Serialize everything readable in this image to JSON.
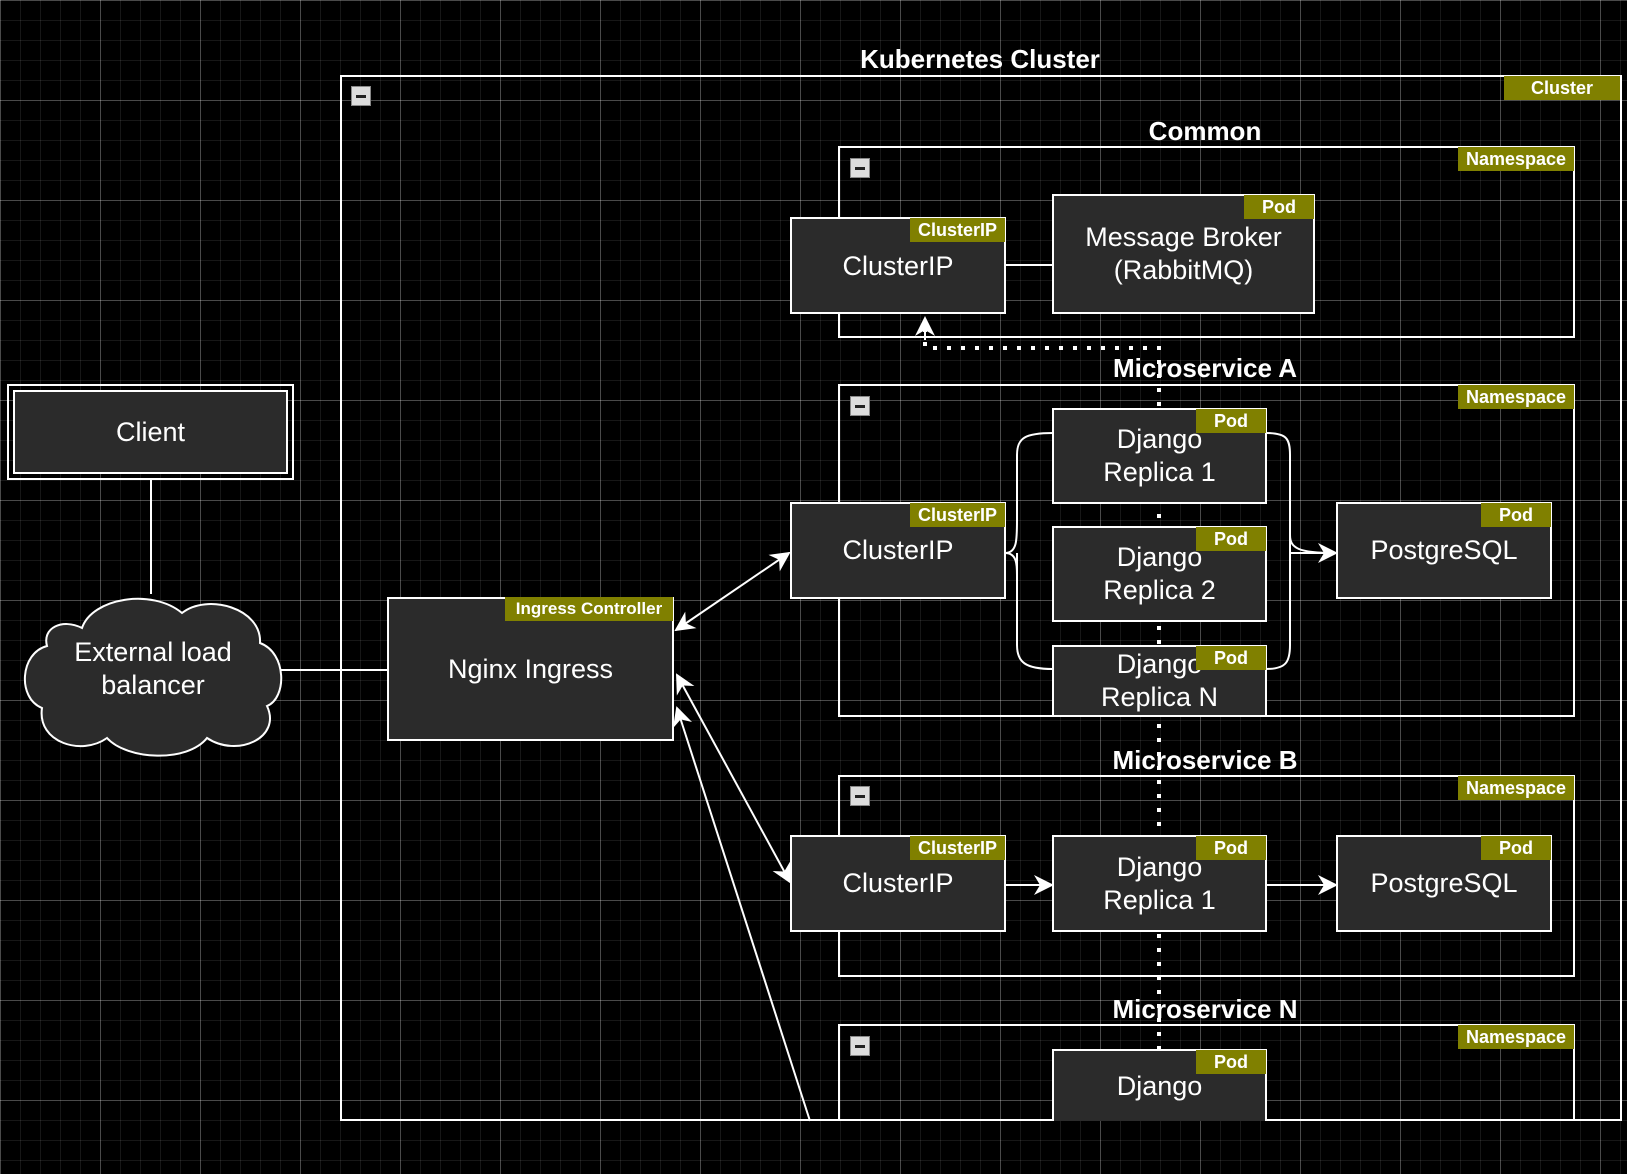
{
  "cluster": {
    "title": "Kubernetes Cluster",
    "tag": "Cluster"
  },
  "client": {
    "label": "Client"
  },
  "load_balancer": {
    "label": "External load\nbalancer"
  },
  "ingress": {
    "tag": "Ingress Controller",
    "label": "Nginx Ingress"
  },
  "namespaces": {
    "common": {
      "title": "Common",
      "tag": "Namespace",
      "clusterip": {
        "tag": "ClusterIP",
        "label": "ClusterIP"
      },
      "broker": {
        "tag": "Pod",
        "label": "Message Broker\n(RabbitMQ)"
      }
    },
    "ms_a": {
      "title": "Microservice A",
      "tag": "Namespace",
      "clusterip": {
        "tag": "ClusterIP",
        "label": "ClusterIP"
      },
      "replica1": {
        "tag": "Pod",
        "label": "Django\nReplica 1"
      },
      "replica2": {
        "tag": "Pod",
        "label": "Django\nReplica 2"
      },
      "replicaN": {
        "tag": "Pod",
        "label": "Django\nReplica N"
      },
      "db": {
        "tag": "Pod",
        "label": "PostgreSQL"
      }
    },
    "ms_b": {
      "title": "Microservice B",
      "tag": "Namespace",
      "clusterip": {
        "tag": "ClusterIP",
        "label": "ClusterIP"
      },
      "replica1": {
        "tag": "Pod",
        "label": "Django\nReplica 1"
      },
      "db": {
        "tag": "Pod",
        "label": "PostgreSQL"
      }
    },
    "ms_n": {
      "title": "Microservice N",
      "tag": "Namespace",
      "django": {
        "tag": "Pod",
        "label": "Django"
      }
    }
  },
  "colors": {
    "background": "#000000",
    "node_fill": "#2b2b2b",
    "tag_fill": "#808000",
    "line": "#ffffff"
  }
}
